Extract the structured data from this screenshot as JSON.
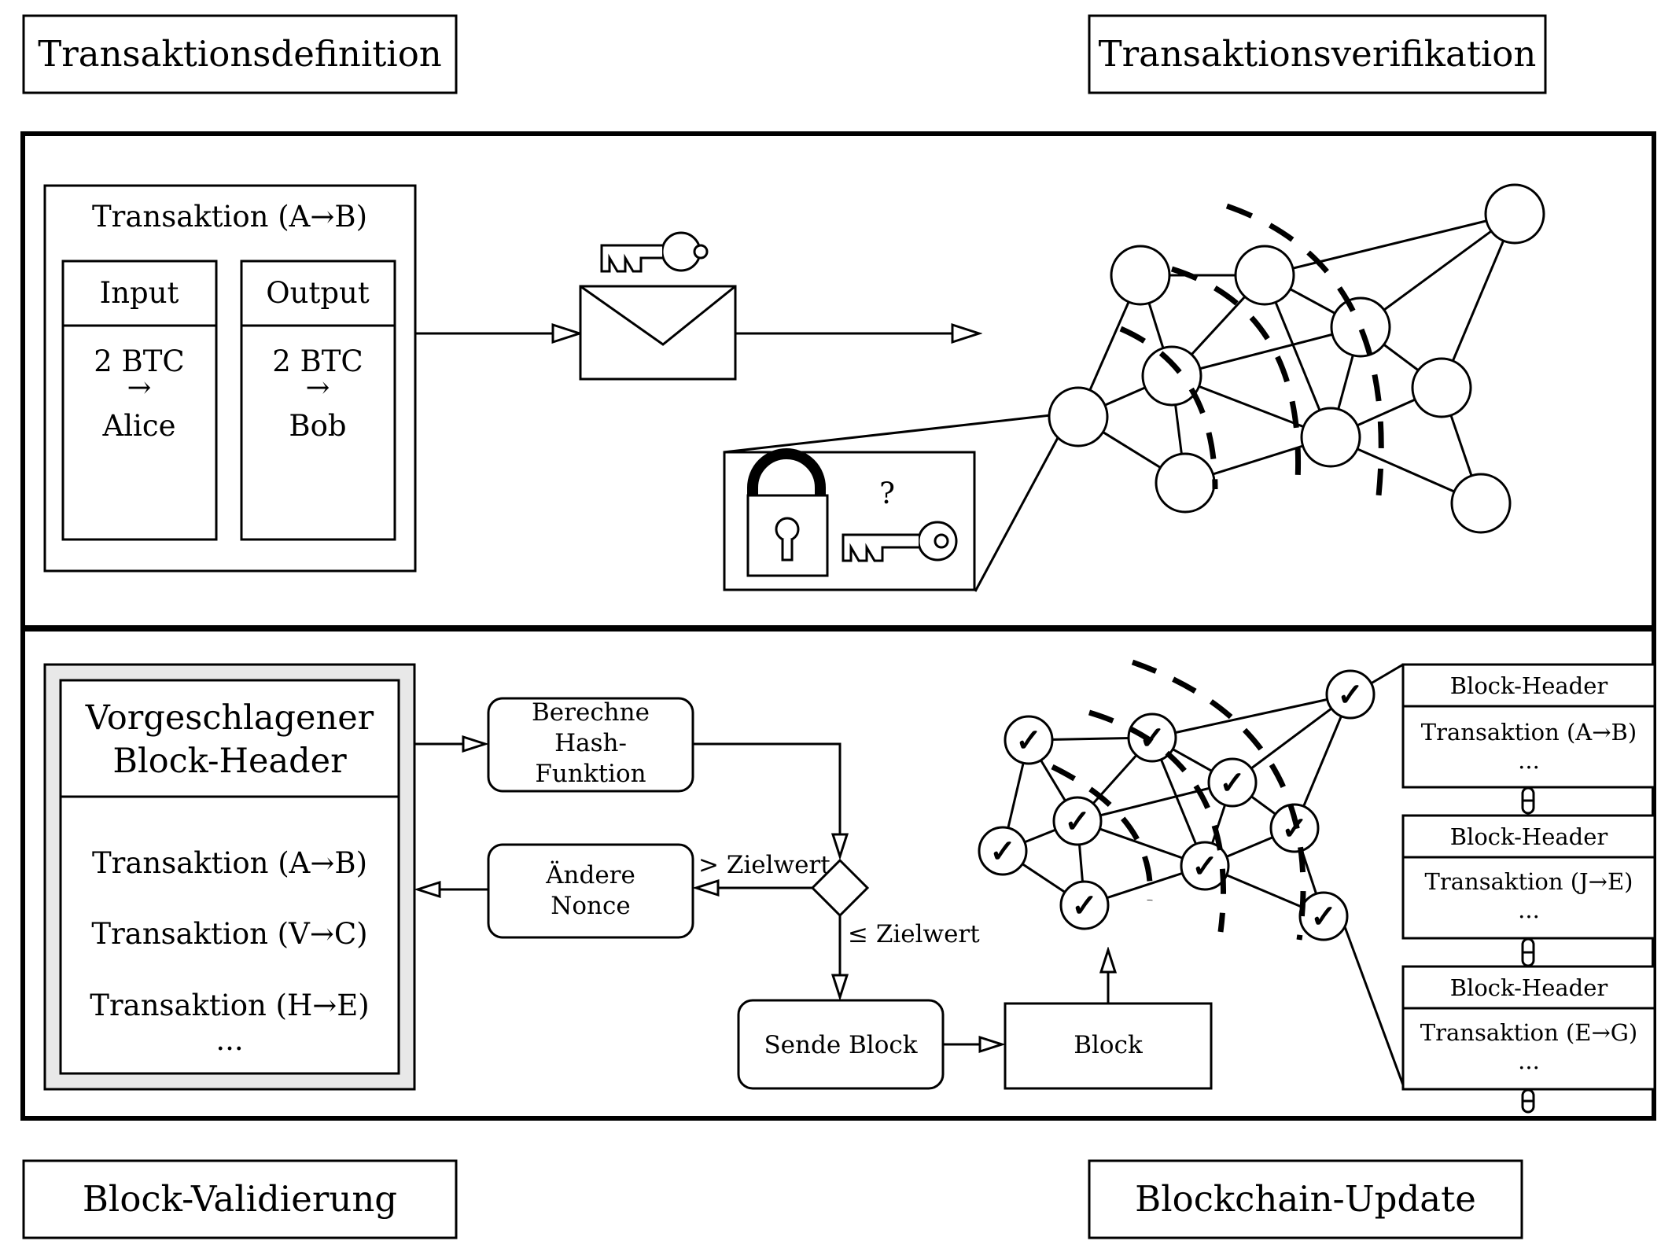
{
  "captions": {
    "top_left": "Transaktionsdefinition",
    "top_right": "Transaktionsverifikation",
    "bottom_left": "Block-Validierung",
    "bottom_right": "Blockchain-Update"
  },
  "transaction": {
    "title": "Transaktion (A→B)",
    "input_header": "Input",
    "output_header": "Output",
    "input_amount": "2 BTC",
    "input_arrow": "→",
    "input_party": "Alice",
    "output_amount": "2 BTC",
    "output_arrow": "→",
    "output_party": "Bob"
  },
  "verification": {
    "question_mark": "?",
    "icons": [
      "key-icon",
      "envelope-icon",
      "padlock-icon",
      "key-icon",
      "network-icon"
    ]
  },
  "proposed_block": {
    "title_line1": "Vorgeschlagener",
    "title_line2": "Block-Header",
    "transactions": [
      "Transaktion (A→B)",
      "Transaktion (V→C)",
      "Transaktion (H→E)"
    ],
    "ellipsis": "..."
  },
  "process": {
    "hash_line1": "Berechne",
    "hash_line2": "Hash-",
    "hash_line3": "Funktion",
    "nonce_line1": "Ändere",
    "nonce_line2": "Nonce",
    "above_target": "> Zielwert",
    "below_target": "≤ Zielwert",
    "send_block": "Sende Block",
    "block": "Block"
  },
  "network_check": "✓",
  "chain": [
    {
      "header": "Block-Header",
      "transaction": "Transaktion (A→B)",
      "ellipsis": "..."
    },
    {
      "header": "Block-Header",
      "transaction": "Transaktion (J→E)",
      "ellipsis": "..."
    },
    {
      "header": "Block-Header",
      "transaction": "Transaktion (E→G)",
      "ellipsis": "..."
    }
  ]
}
